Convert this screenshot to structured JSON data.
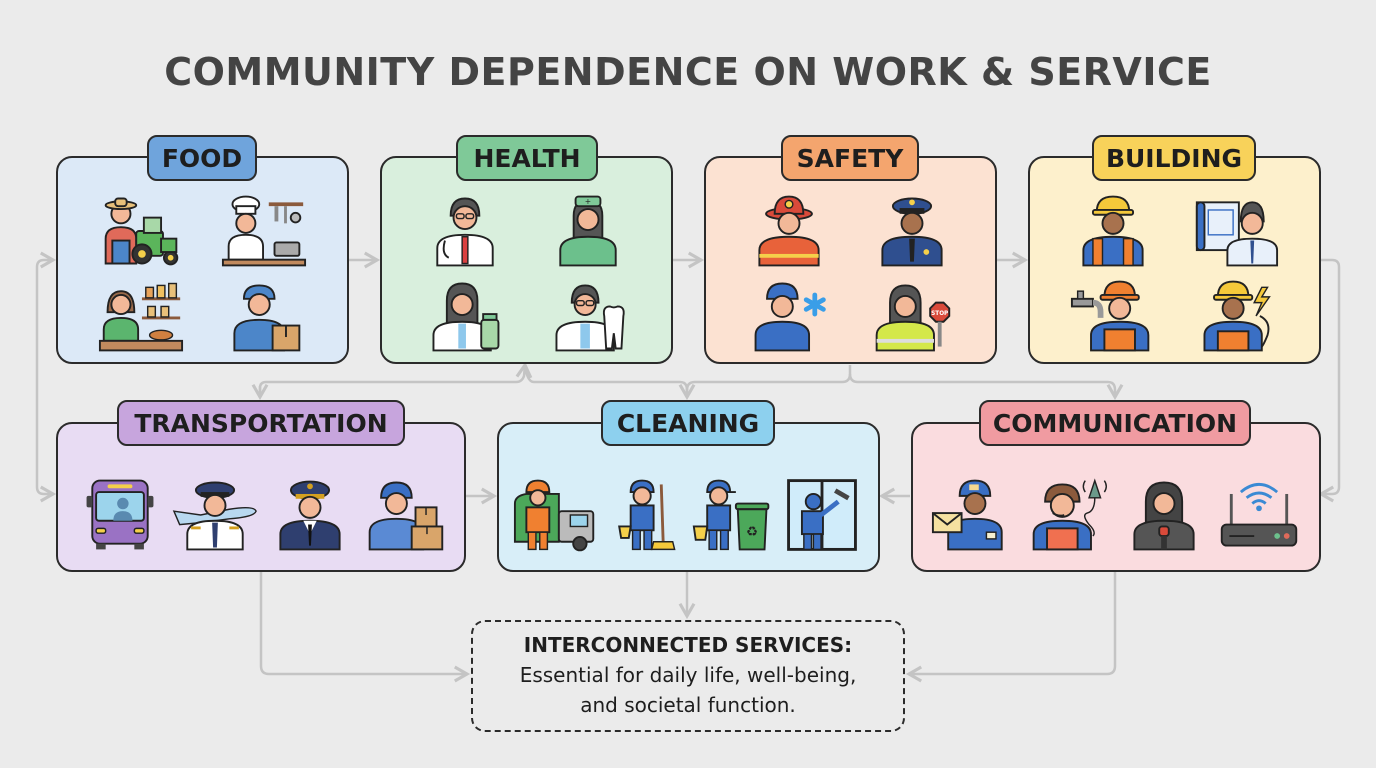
{
  "title": "COMMUNITY DEPENDENCE ON WORK & SERVICE",
  "categories": [
    {
      "id": "food",
      "label": "FOOD",
      "bg": "#dce9f7",
      "tag": "#6fa4dc",
      "icons": [
        "farmer-with-tractor-icon",
        "chef-in-kitchen-icon",
        "grocery-clerk-icon",
        "delivery-worker-icon"
      ]
    },
    {
      "id": "health",
      "label": "HEALTH",
      "bg": "#d9efdd",
      "tag": "#7fc998",
      "icons": [
        "doctor-icon",
        "nurse-icon",
        "pharmacist-icon",
        "dentist-icon"
      ]
    },
    {
      "id": "safety",
      "label": "SAFETY",
      "bg": "#fce2d2",
      "tag": "#f4a56e",
      "icons": [
        "firefighter-icon",
        "police-officer-icon",
        "paramedic-icon",
        "crossing-guard-icon"
      ]
    },
    {
      "id": "building",
      "label": "BUILDING",
      "bg": "#fdf0cc",
      "tag": "#f8d25a",
      "icons": [
        "construction-worker-icon",
        "architect-icon",
        "plumber-icon",
        "electrician-icon"
      ]
    },
    {
      "id": "transportation",
      "label": "TRANSPORTATION",
      "bg": "#e8dcf3",
      "tag": "#c7a5dd",
      "icons": [
        "bus-driver-icon",
        "airline-pilot-icon",
        "ship-captain-icon",
        "courier-icon"
      ]
    },
    {
      "id": "cleaning",
      "label": "CLEANING",
      "bg": "#d8eef8",
      "tag": "#8dd0ee",
      "icons": [
        "garbage-collector-icon",
        "janitor-icon",
        "recycling-worker-icon",
        "window-cleaner-icon"
      ]
    },
    {
      "id": "communication",
      "label": "COMMUNICATION",
      "bg": "#fadcdf",
      "tag": "#f09ba1",
      "icons": [
        "mail-carrier-icon",
        "telecom-technician-icon",
        "news-reporter-icon",
        "wifi-router-icon"
      ]
    }
  ],
  "summary": {
    "heading": "INTERCONNECTED SERVICES:",
    "line1": "Essential for daily life, well-being,",
    "line2": "and societal function."
  },
  "colors": {
    "connector": "#c4c4c4",
    "border": "#2b2b2b",
    "background": "#ebebeb"
  }
}
